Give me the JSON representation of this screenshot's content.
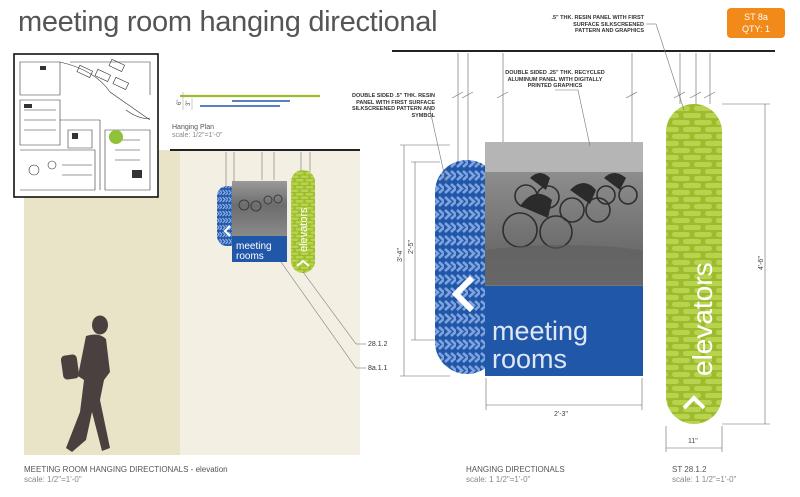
{
  "header": {
    "title": "meeting room hanging directional",
    "badge_code": "ST 8a",
    "badge_qty": "QTY: 1"
  },
  "hanging_plan": {
    "label": "Hanging Plan",
    "scale": "scale: 1/2\"=1'-0\"",
    "dim_6": "6\"",
    "dim_3": "3\""
  },
  "left_panel": {
    "caption": "MEETING ROOM HANGING DIRECTIONALS - elevation",
    "scale": "scale: 1/2\"=1'-0\"",
    "callout_a": "28.1.2",
    "callout_b": "8a.1.1"
  },
  "middle_panel": {
    "caption": "HANGING DIRECTIONALS",
    "scale": "scale: 1 1/2\"=1'-0\"",
    "note_resin_blue": "DOUBLE SIDED .5\" THK. RESIN PANEL WITH FIRST SURFACE SILKSCREENED PATTERN AND SYMBOL",
    "note_aluminum": "DOUBLE SIDED .25\" THK. RECYCLED ALUMINUM PANEL WITH DIGITALLY PRINTED GRAPHICS",
    "dim_height_outer": "3'-4\"",
    "dim_height_inner": "2'-5\"",
    "dim_width": "2'-3\""
  },
  "right_panel": {
    "caption": "ST 28.1.2",
    "scale": "scale: 1 1/2\"=1'-0\"",
    "note_resin_green": ".5\" THK. RESIN PANEL WITH FIRST SURFACE SILKSCREENED PATTERN AND GRAPHICS",
    "dim_height": "4'-6\"",
    "dim_width": "11\""
  },
  "signs": {
    "meeting_line1": "meeting",
    "meeting_line2": "rooms",
    "elevators": "elevators"
  },
  "colors": {
    "blue": "#2057a8",
    "blue_dark": "#163f86",
    "green": "#9cbc2e",
    "green_light": "#b5d14a",
    "beige": "#efeadb",
    "orange": "#f28a1a",
    "silhouette": "#4b4040"
  }
}
